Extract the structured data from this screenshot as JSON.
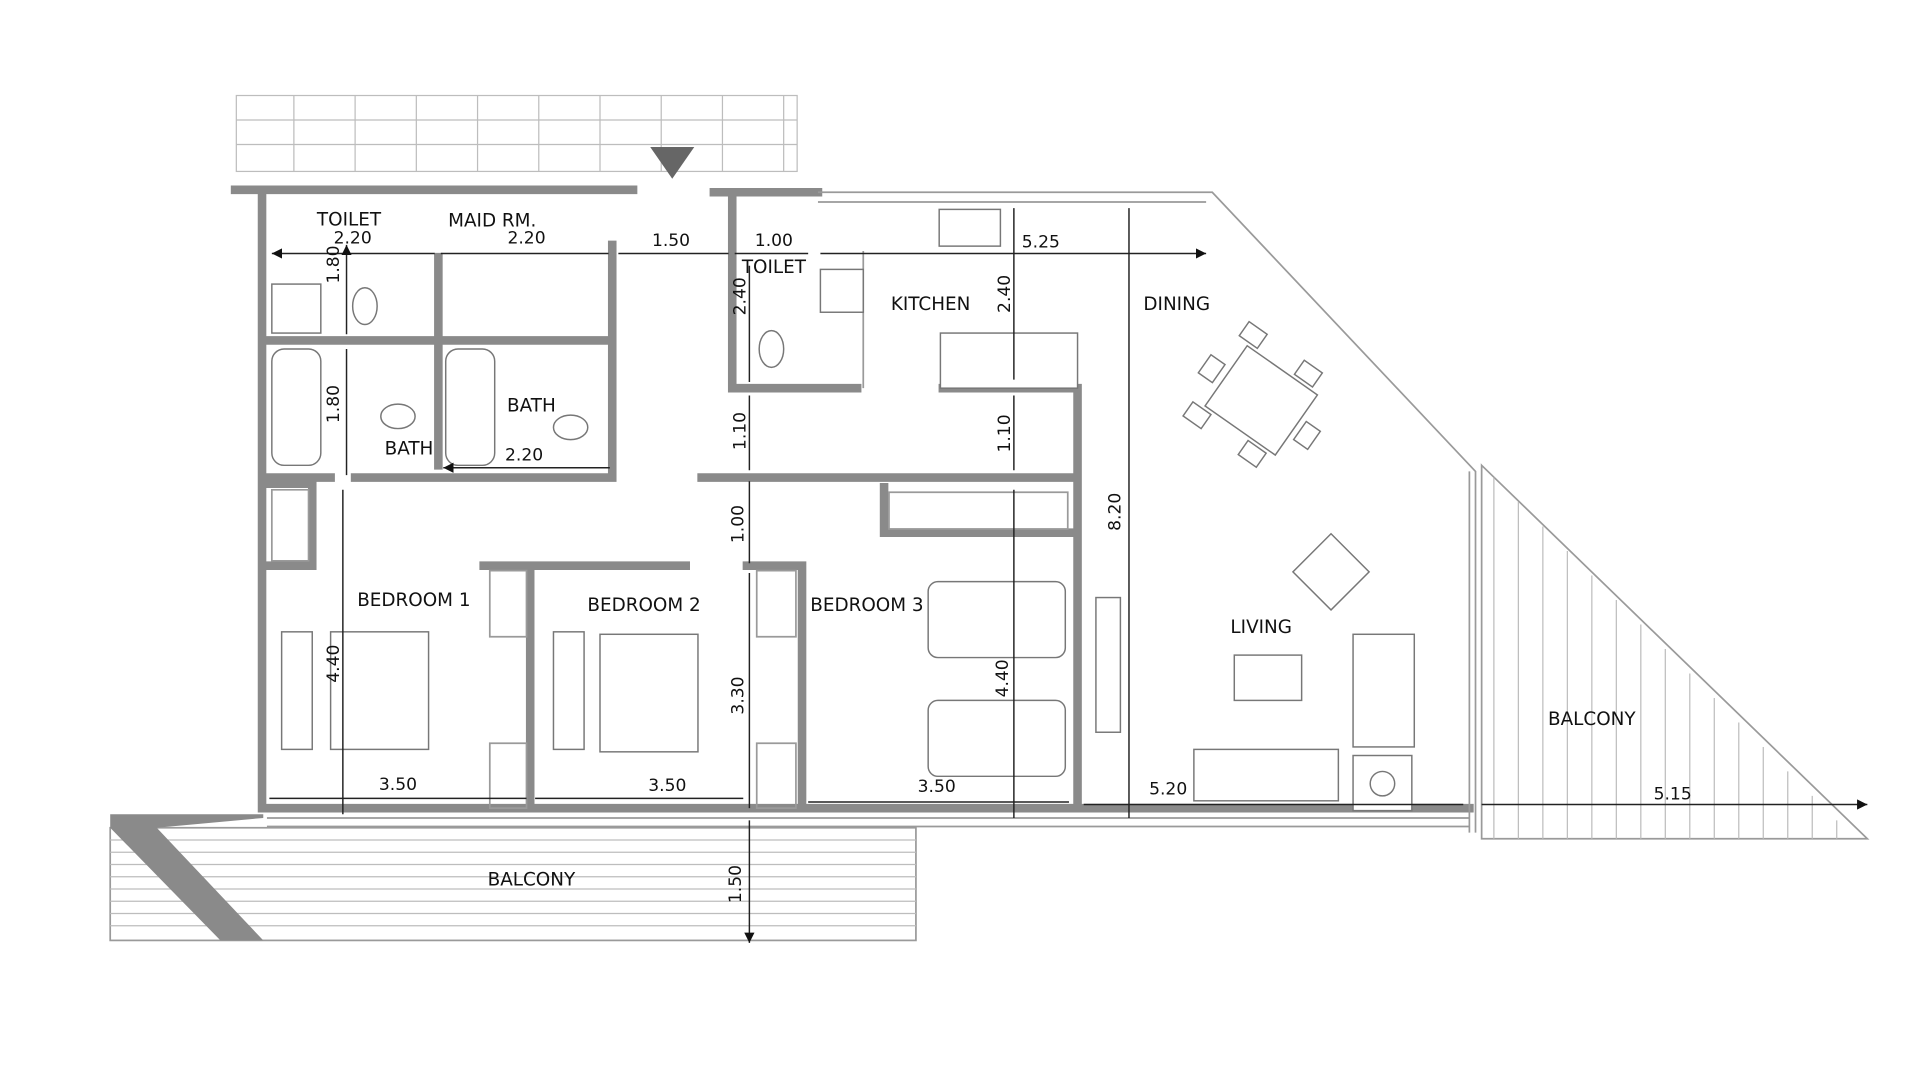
{
  "rooms": {
    "toilet_1": "TOILET",
    "maid_room": "MAID RM.",
    "toilet_2": "TOILET",
    "kitchen": "KITCHEN",
    "dining": "DINING",
    "bath_1": "BATH",
    "bath_2": "BATH",
    "bedroom_1": "BEDROOM 1",
    "bedroom_2": "BEDROOM 2",
    "bedroom_3": "BEDROOM 3",
    "living": "LIVING",
    "balcony_right": "BALCONY",
    "balcony_bottom": "BALCONY"
  },
  "dimensions": {
    "toilet_1_width": "2.20",
    "maid_width": "2.20",
    "entry_width": "1.50",
    "toilet_2_width": "1.00",
    "kitchen_width": "5.25",
    "toilet_1_depth": "1.80",
    "bath_1_depth": "1.80",
    "bath_2_width": "2.20",
    "toilet_2_depth": "2.40",
    "kitchen_depth": "2.40",
    "corridor_1": "1.10",
    "corridor_2": "1.10",
    "corridor_3": "1.00",
    "dining_living_depth": "8.20",
    "bedroom_1_depth": "4.40",
    "bedroom_2_depth": "3.30",
    "bedroom_3_depth": "4.40",
    "bedroom_1_width": "3.50",
    "bedroom_2_width": "3.50",
    "bedroom_3_width": "3.50",
    "living_width": "5.20",
    "balcony_right_width": "5.15",
    "balcony_bottom_depth": "1.50"
  },
  "colors": {
    "wall": "#8a8a8a",
    "line": "#222222"
  }
}
